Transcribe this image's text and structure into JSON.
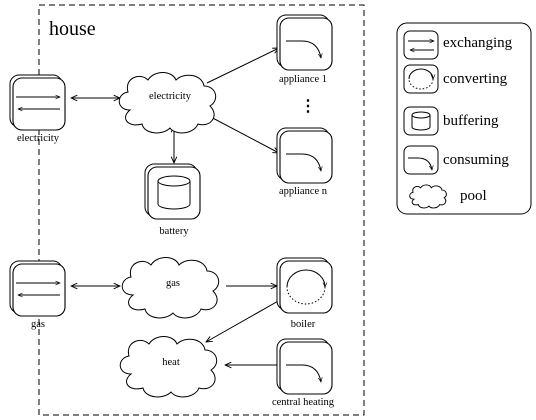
{
  "house_label": "house",
  "nodes": {
    "ext_electricity": "electricity",
    "electricity_pool": "electricity",
    "appliance_1": "appliance 1",
    "ellipsis": "⋮",
    "appliance_n": "appliance n",
    "battery": "battery",
    "ext_gas": "gas",
    "gas_pool": "gas",
    "boiler": "boiler",
    "heat_pool": "heat",
    "central_heating": "central heating"
  },
  "legend": {
    "exchanging": "exchanging",
    "converting": "converting",
    "buffering": "buffering",
    "consuming": "consuming",
    "pool": "pool"
  }
}
